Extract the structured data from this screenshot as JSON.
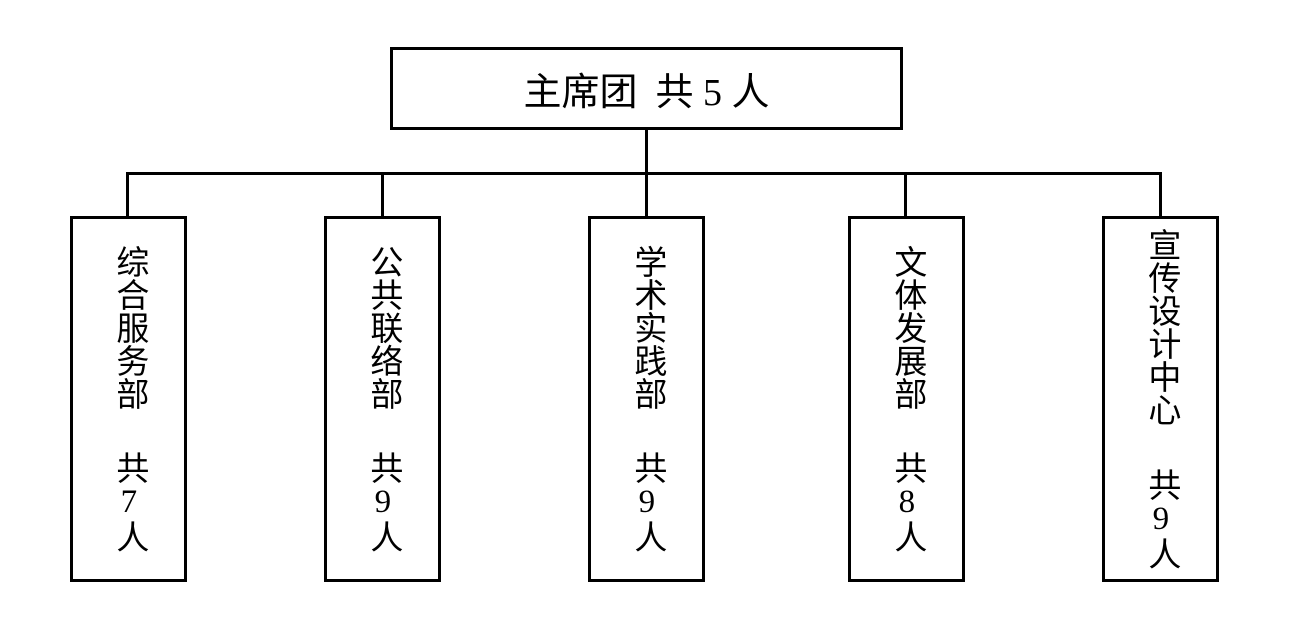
{
  "chart": {
    "type": "org-chart",
    "root": {
      "name": "主席团",
      "count": 5,
      "count_label": "共 5 人"
    },
    "departments": [
      {
        "name": "综合服务部",
        "count": 7,
        "count_label": "共7人"
      },
      {
        "name": "公共联络部",
        "count": 9,
        "count_label": "共9人"
      },
      {
        "name": "学术实践部",
        "count": 9,
        "count_label": "共9人"
      },
      {
        "name": "文体发展部",
        "count": 8,
        "count_label": "共8人"
      },
      {
        "name": "宣传设计中心",
        "count": 9,
        "count_label": "共9人"
      }
    ],
    "colors": {
      "line": "#000000",
      "text": "#000000",
      "background": "#ffffff"
    }
  }
}
